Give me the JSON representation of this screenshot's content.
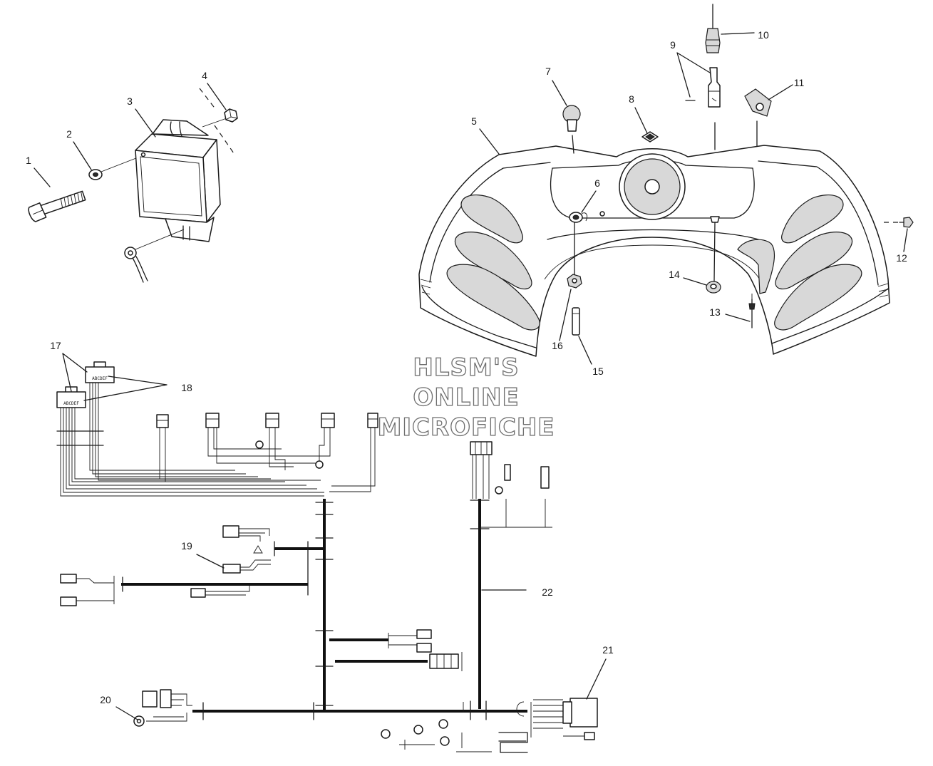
{
  "watermark": {
    "line1": "HLSM'S",
    "line2": "ONLINE",
    "line3": "MICROFICHE"
  },
  "callouts": [
    "1",
    "2",
    "3",
    "4",
    "5",
    "6",
    "7",
    "8",
    "9",
    "10",
    "11",
    "12",
    "13",
    "14",
    "15",
    "16",
    "17",
    "18",
    "19",
    "20",
    "21",
    "22"
  ],
  "connector_pins": "ABCDEF",
  "colors": {
    "ink": "#1a1a1a",
    "background": "#ffffff",
    "watermark_outline": "#6e6e6e"
  }
}
